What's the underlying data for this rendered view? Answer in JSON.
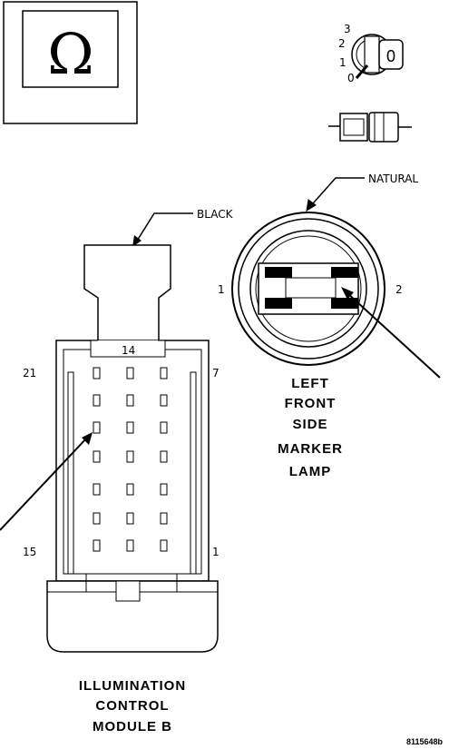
{
  "ohm_symbol": "Ω",
  "ignition": {
    "positions": [
      "3",
      "2",
      "1",
      "0"
    ],
    "key_label": "0"
  },
  "connector_a": {
    "color": "BLACK",
    "pins": {
      "top": "14",
      "upper_left": "21",
      "upper_right": "7",
      "lower_left": "15",
      "lower_right": "1"
    },
    "title_lines": [
      "ILLUMINATION",
      "CONTROL",
      "MODULE B"
    ]
  },
  "connector_b": {
    "color": "NATURAL",
    "pins": {
      "left": "1",
      "right": "2"
    },
    "title_lines": [
      "LEFT",
      "FRONT",
      "SIDE",
      "MARKER",
      "LAMP"
    ]
  },
  "figure_code": "8115648b"
}
